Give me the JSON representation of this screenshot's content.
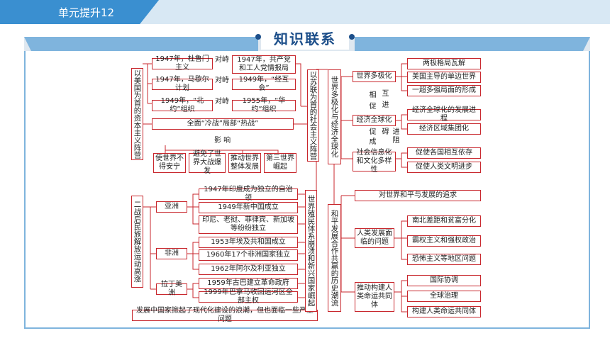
{
  "header": {
    "title": "单元提升12"
  },
  "heading": "知识联系",
  "left_top": {
    "title": "以美国为首的资本主义阵营",
    "rows": [
      {
        "left": "1947年，杜鲁门主义",
        "link": "对峙",
        "right": "1947年，共产党和工人党情报局"
      },
      {
        "left": "1947年，马歇尔计划",
        "link": "对峙",
        "right": "1949年，“经互会”"
      },
      {
        "left": "1949年，“北约”组织",
        "link": "对峙",
        "right": "1955年，“华约”组织"
      }
    ],
    "overall": "全面“冷战”局部“热战”",
    "impact_label": "影 响",
    "impacts": [
      "使世界不得安宁",
      "避免了世界大战爆发",
      "推动世界整体发展",
      "第三世界崛起"
    ]
  },
  "soviet_camp": "以苏联为首的社会主义阵营",
  "left_bottom": {
    "title": "二战后民族解放运动高涨",
    "regions": [
      {
        "name": "亚洲",
        "events": [
          "1947年印度成为独立的自治领",
          "1949年新中国成立",
          "印尼、老挝、菲律宾、新加坡等纷纷独立"
        ]
      },
      {
        "name": "非洲",
        "events": [
          "1953年埃及共和国成立",
          "1960年17个非洲国家独立",
          "1962年阿尔及利亚独立"
        ]
      },
      {
        "name": "拉丁美洲",
        "events": [
          "1959年古巴建立革命政府",
          "1999年巴拿马收回运河区全部主权"
        ]
      }
    ],
    "developing": "发展中国家掀起了现代化建设的浪潮，但也面临一些严重问题"
  },
  "colonial": "世界殖民体系崩溃和新兴国家崛起",
  "multipolar": "世界多极化与经济全球化",
  "right_top": {
    "multi": "世界多极化",
    "multi_items": [
      "两极格局瓦解",
      "美国主导的单边世界",
      "一超多强局面的形成"
    ],
    "mutual": "相促",
    "mutual2": "互进",
    "globe": "经济全球化",
    "globe_items": [
      "经济全球化的发展进程",
      "经济区域集团化"
    ],
    "promote": "促成",
    "promote2": "进阻碍",
    "info": "社会信息化和文化多样性",
    "info_items": [
      "促使各国相互依存",
      "促使人类文明进步"
    ]
  },
  "peace": "和平发展合作共赢的历史潮流",
  "right_bottom": {
    "pursuit": "对世界和平与发展的追求",
    "problems": "人类发展面临的问题",
    "problem_items": [
      "南北差距和贫富分化",
      "霸权主义和强权政治",
      "恐怖主义等地区问题"
    ],
    "community": "推动构建人类命运共同体",
    "community_items": [
      "国际协调",
      "全球治理",
      "构建人类命运共同体"
    ]
  },
  "colors": {
    "line": "#c8272d",
    "accent": "#3a8fd0",
    "heading": "#1d4f8a"
  }
}
